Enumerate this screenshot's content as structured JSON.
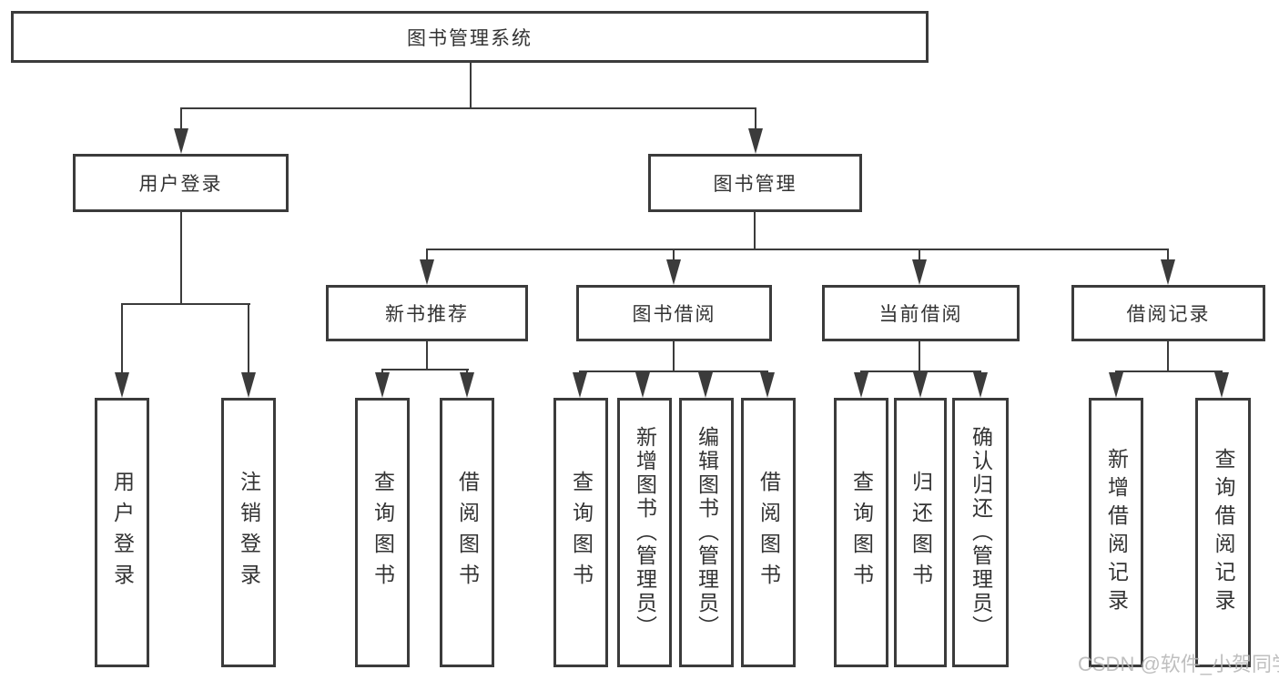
{
  "tree": {
    "root": "图书管理系统",
    "user_login": {
      "label": "用户登录",
      "children": [
        "用户登录",
        "注销登录"
      ]
    },
    "book_mgmt": {
      "label": "图书管理",
      "new_books": {
        "label": "新书推荐",
        "children": [
          "查询图书",
          "借阅图书"
        ]
      },
      "borrowing": {
        "label": "图书借阅",
        "children": [
          "查询图书",
          "新增图书（管理员）",
          "编辑图书（管理员）",
          "借阅图书"
        ]
      },
      "current": {
        "label": "当前借阅",
        "children": [
          "查询图书",
          "归还图书",
          "确认归还（管理员）"
        ]
      },
      "records": {
        "label": "借阅记录",
        "children": [
          "新增借阅记录",
          "查询借阅记录"
        ]
      }
    }
  },
  "watermark": "CSDN @软件_小贺同学",
  "colors": {
    "line": "#3b3b3b",
    "text": "#333333",
    "watermark": "#b5b5b5",
    "background": "#ffffff"
  }
}
